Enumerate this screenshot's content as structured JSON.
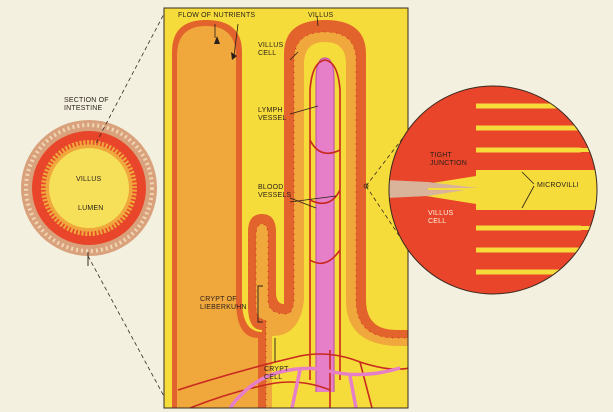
{
  "labels": {
    "section_of_intestine": "SECTION OF\nINTESTINE",
    "villus_small": "VILLUS",
    "lumen": "LUMEN",
    "flow_of_nutrients": "FLOW OF  NUTRIENTS",
    "villus_top": "VILLUS",
    "villus_cell_main": "VILLUS\nCELL",
    "lymph_vessel": "LYMPH\nVESSEL",
    "blood_vessels": "BLOOD\nVESSELS",
    "crypt_of_lieberkuhn": "CRYPT OF\nLIEBERKUHN",
    "crypt_cell": "CRYPT\nCELL",
    "tight_junction": "TIGHT\nJUNCTION",
    "microvilli": "MICROVILLI",
    "villus_cell_zoom": "VILLUS\nCELL"
  },
  "colors": {
    "background": "#f3f0df",
    "panel_yellow": "#f5dc3a",
    "villus_orange": "#f0a73c",
    "cell_border": "#e2632b",
    "red_tissue": "#e8452a",
    "lymph_pink": "#e67fc8",
    "blood_red": "#c9291f",
    "lumen_yellow": "#f6e05a",
    "intestine_tan": "#d9a27c"
  }
}
